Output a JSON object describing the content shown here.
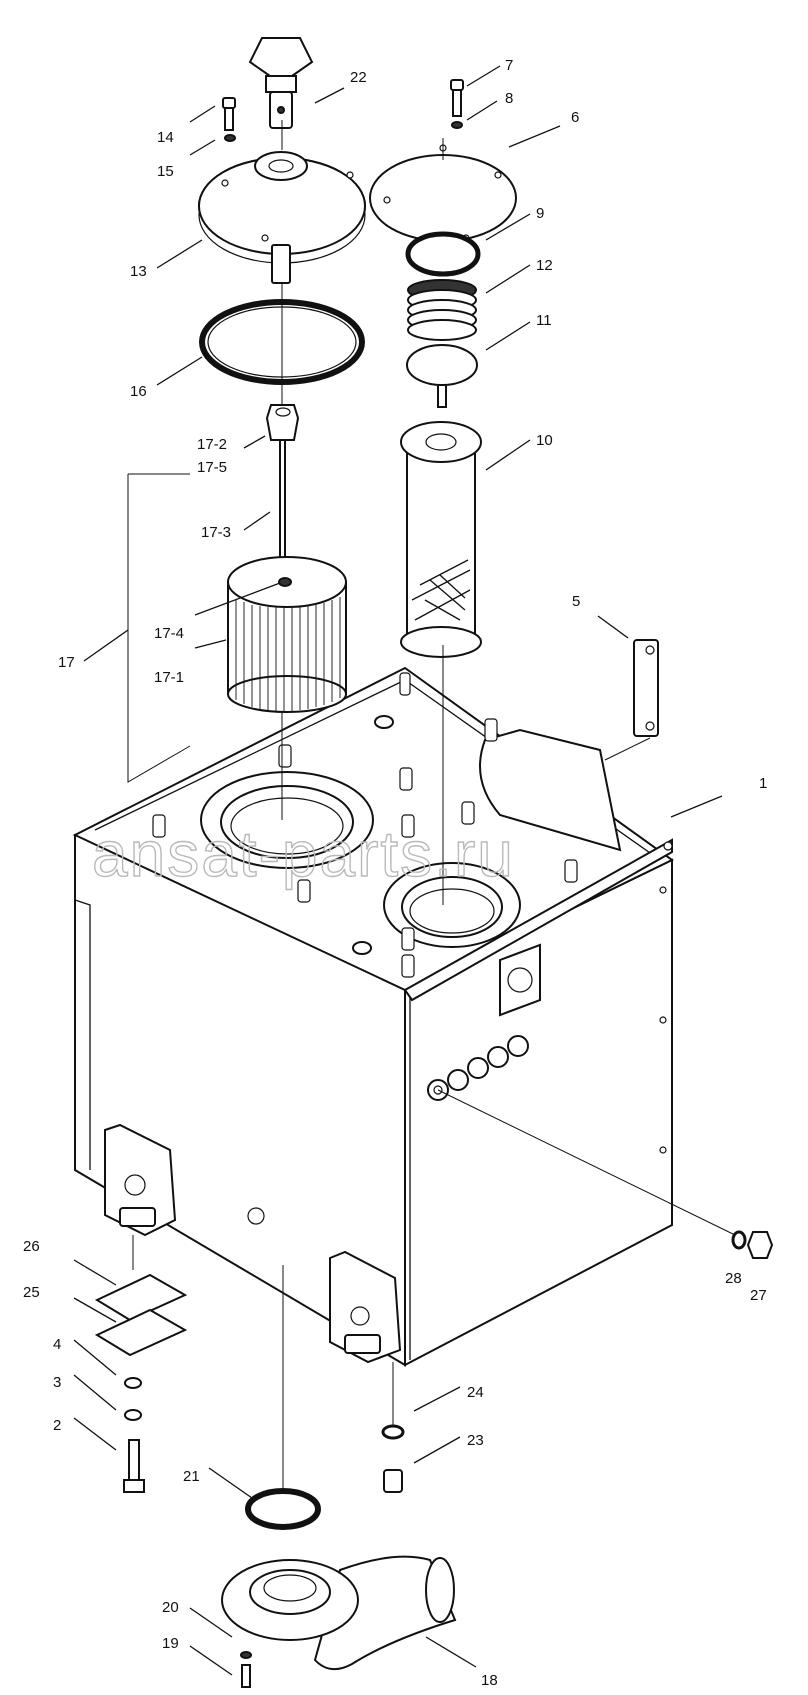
{
  "watermark": "ansat-parts.ru",
  "callouts": {
    "c1": "1",
    "c2": "2",
    "c3": "3",
    "c4": "4",
    "c5": "5",
    "c6": "6",
    "c7": "7",
    "c8": "8",
    "c9": "9",
    "c10": "10",
    "c11": "11",
    "c12": "12",
    "c13": "13",
    "c14": "14",
    "c15": "15",
    "c16": "16",
    "c17": "17",
    "c17_1": "17-1",
    "c17_2": "17-2",
    "c17_3": "17-3",
    "c17_4": "17-4",
    "c17_5": "17-5",
    "c18": "18",
    "c19": "19",
    "c20": "20",
    "c21": "21",
    "c22": "22",
    "c23": "23",
    "c24": "24",
    "c25": "25",
    "c26": "26",
    "c27": "27",
    "c28": "28"
  }
}
